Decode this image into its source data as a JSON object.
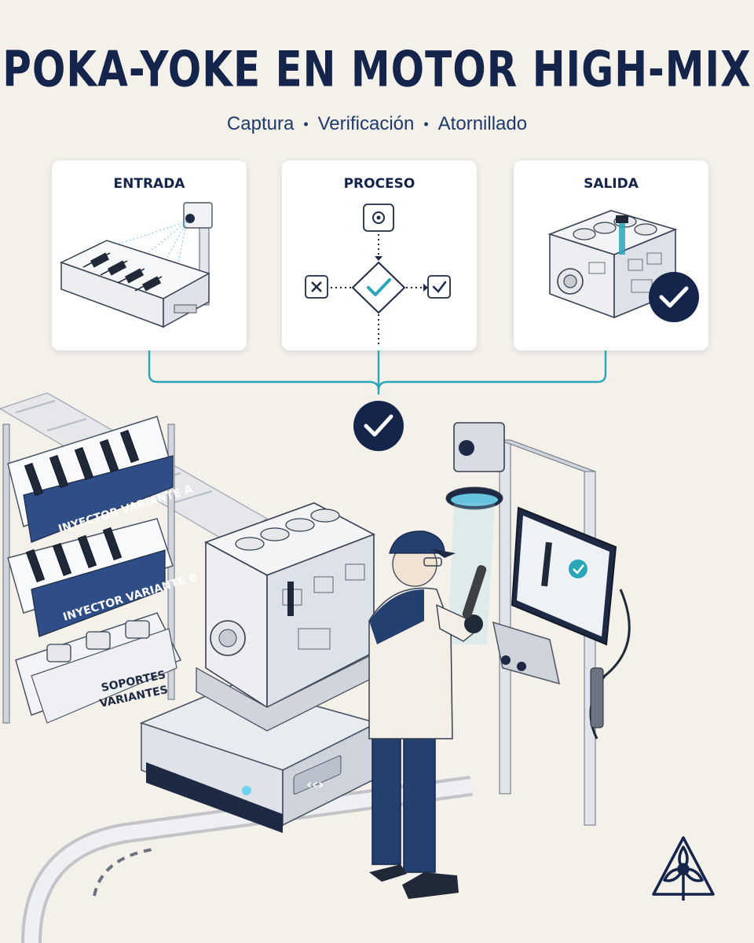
{
  "header": {
    "title": "POKA-YOKE EN MOTOR HIGH-MIX",
    "subtitle_steps": [
      "Captura",
      "Verificación",
      "Atornillado"
    ]
  },
  "cards": {
    "entrada": "ENTRADA",
    "proceso": "PROCESO",
    "salida": "SALIDA"
  },
  "shelf": {
    "bin_a": "INYECTOR VARIANTE A",
    "bin_b": "INYECTOR VARIANTE B",
    "bin_c_line1": "SOPORTES",
    "bin_c_line2": "VARIANTES"
  },
  "agv": {
    "arrow_label": "‹‹›"
  },
  "icons": [
    "camera-icon",
    "check-icon",
    "x-icon",
    "diamond-check-icon",
    "check-badge-icon",
    "logo-icon"
  ],
  "colors": {
    "navy": "#14244a",
    "teal": "#2aa6b8",
    "cyan_glow": "#6fd3f0",
    "background": "#f4f0ea"
  }
}
